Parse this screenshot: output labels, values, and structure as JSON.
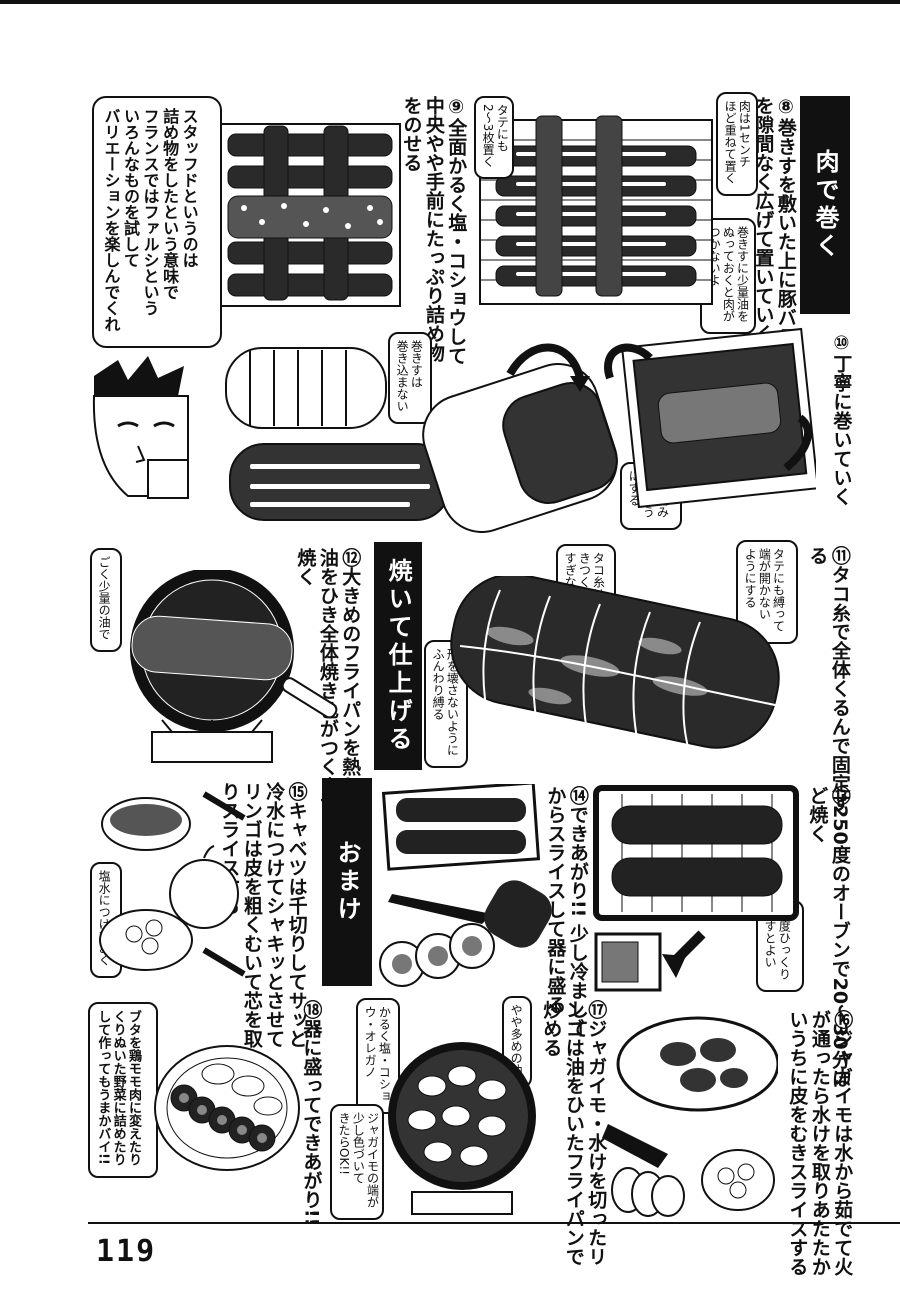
{
  "page_number": "119",
  "sections": {
    "meat_roll": {
      "title": "肉で巻く",
      "step8": "⑧巻きすを敷いた上に豚バラ肉\nを隙間なく広げて置いていく",
      "note8a": "肉は1センチ\nほど重ねて置く",
      "note8b": "巻きすに少量油を\nぬっておくと肉が\nつかないよ",
      "note9": "タテにも\n2～3枚置く",
      "step9": "⑨全面かるく塩・コショウして\n中央やや手前にたっぷり詰め物\nをのせる",
      "step10": "⑩丁寧に巻いていく",
      "note10a": "巻きすは\n巻き込まない",
      "note10b": "横も包み\n込むよう\nにする",
      "step11": "⑪タコ糸で全体くるんで固定す\nる",
      "note11a": "タテにも縛って\n端が開かない\nようにする",
      "note11b": "タコ糸は\nきつく締め\nすぎない",
      "note11c": "形を壊さないように\nふんわり縛る"
    },
    "grill": {
      "title": "焼いて仕上げる",
      "step12": "⑫大きめのフライパンを熱して\n油をひき全体焼き色がつくまで\n焼く",
      "note12": "ごく少量の油で",
      "step13": "⑬250度のオーブンで20～30分ほ\nど焼く",
      "note13": "一度ひっくり\n返すとよい",
      "step14": "⑭できあがり!! 少し冷まして\nからスライスして器に盛る"
    },
    "bonus": {
      "title": "おまけ",
      "step15": "⑮キャベツは千切りしてサッと\n冷水につけてシャキッとさせて\nリンゴは皮を粗くむいて芯を取\nりスライスする",
      "note15": "塩水につけておく",
      "step16": "⑯ジャガイモは水から茹でて火\nが通ったら水けを取りあたたか\nいうちに皮をむきスライスする",
      "step17": "⑰ジャガイモ・水けを切ったリ\nンゴは油をひいたフライパンで\n炒める",
      "note17a": "やや多めの油",
      "note17b": "かるく塩・コショ\nウ・オレガノ",
      "note17c": "ジャガイモの端が\n少し色づいて\nきたらOK!!",
      "step18": "⑱器に盛ってできあがり!!",
      "note18": "ブタを鶏モモ肉に変えたり\nくりぬいた野菜に詰めたり\nして作ってもうまかバイ!!"
    },
    "staff_bubble": "スタッフドというのは\n詰め物をしたという意味で\nフランスではファルシという\nいろんなものを試して\nバリエーションを楽しんでくれ"
  },
  "icons": {
    "pork_on_mat": "pork-belly-on-bamboo-mat-illustration",
    "filling_on_pork": "filling-on-pork-illustration",
    "rolling": "rolling-bamboo-mat-illustration",
    "tied_roll": "tied-pork-roll-illustration",
    "frying_pan": "frying-pan-illustration",
    "oven_tray": "oven-tray-illustration",
    "sliced_roll": "sliced-roll-illustration",
    "cabbage_apple": "cabbage-apple-illustration",
    "boiling_potatoes": "boiling-potatoes-illustration",
    "fried_potatoes": "fried-potatoes-illustration",
    "plated_dish": "plated-dish-illustration",
    "chef_face": "chef-face-illustration"
  },
  "colors": {
    "ink": "#111111",
    "paper": "#ffffff",
    "title_bg": "#111111"
  }
}
